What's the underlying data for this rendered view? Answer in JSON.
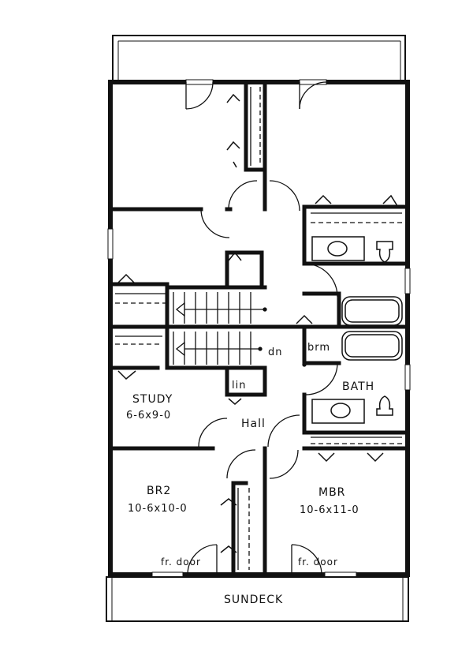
{
  "labels": {
    "study": "STUDY",
    "study_size": "6-6x9-0",
    "hall": "Hall",
    "lin": "lin",
    "dn": "dn",
    "brm": "brm",
    "bath": "BATH",
    "br2": "BR2",
    "br2_size": "10-6x10-0",
    "mbr": "MBR",
    "mbr_size": "10-6x11-0",
    "fr_door_left": "fr. door",
    "fr_door_right": "fr. door",
    "sundeck": "SUNDECK"
  }
}
